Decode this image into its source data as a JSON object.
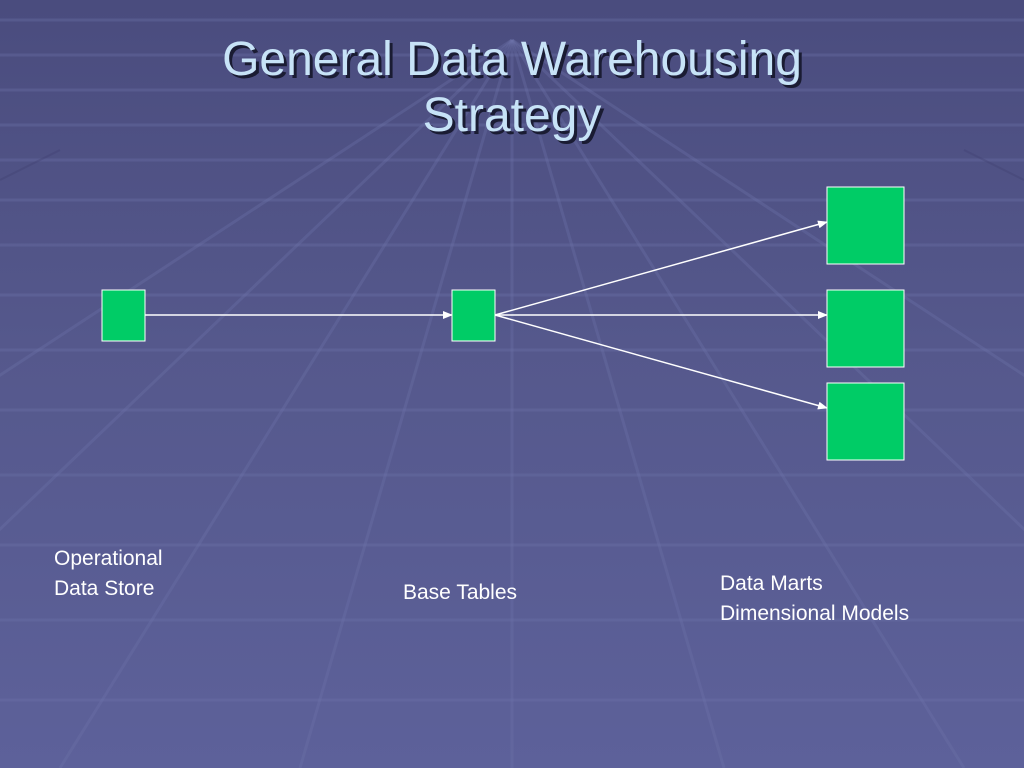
{
  "slide": {
    "title_line1": "General Data Warehousing",
    "title_line2": "Strategy"
  },
  "diagram": {
    "box_color": "#00cc66",
    "box_border_color": "#ffffff",
    "arrow_color": "#ffffff",
    "nodes": [
      {
        "id": "ods",
        "label_lines": [
          "Operational",
          "Data Store"
        ]
      },
      {
        "id": "base",
        "label_lines": [
          "Base Tables"
        ]
      },
      {
        "id": "marts",
        "label_lines": [
          "Data Marts",
          "Dimensional Models"
        ]
      }
    ]
  }
}
